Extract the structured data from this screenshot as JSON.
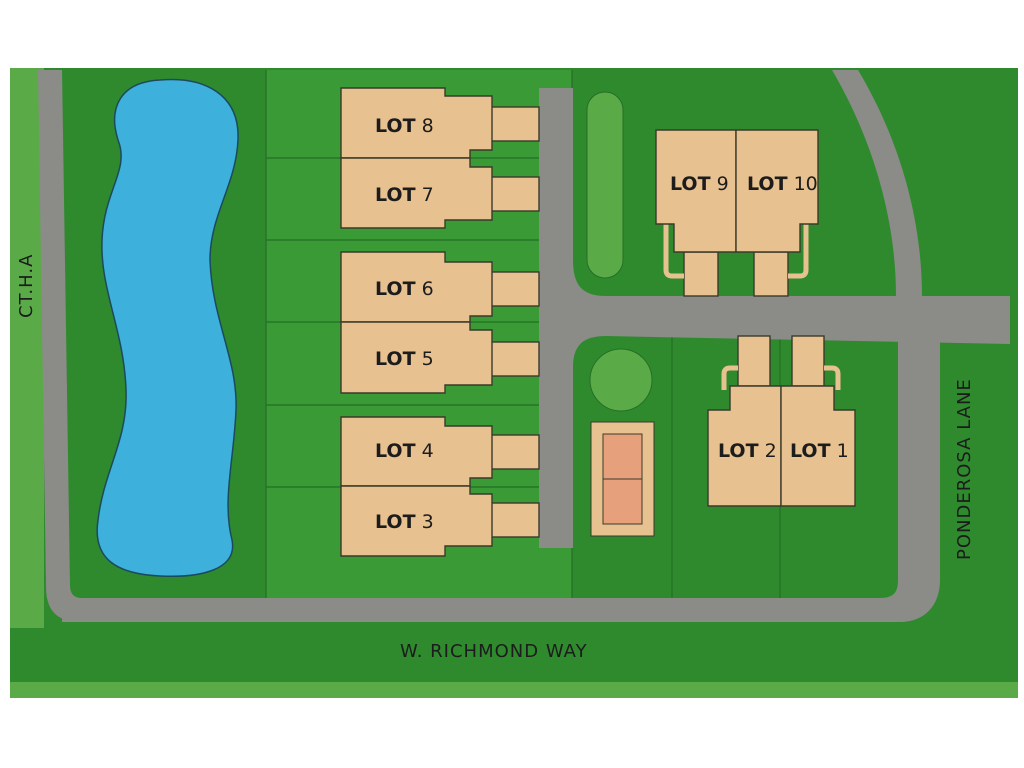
{
  "colors": {
    "grass_dark": "#2f8a2e",
    "grass_mid": "#3a9a35",
    "grass_light": "#5aab48",
    "road": "#8b8b88",
    "lot_fill": "#e8c190",
    "lot_stroke": "#3a3a2a",
    "pond": "#3eb0dc",
    "court": "#e7a07c"
  },
  "roads": {
    "west": "CT.H.A",
    "south": "W. RICHMOND WAY",
    "east": "PONDEROSA LANE"
  },
  "lots": [
    {
      "word": "LOT",
      "num": "8"
    },
    {
      "word": "LOT",
      "num": "7"
    },
    {
      "word": "LOT",
      "num": "6"
    },
    {
      "word": "LOT",
      "num": "5"
    },
    {
      "word": "LOT",
      "num": "4"
    },
    {
      "word": "LOT",
      "num": "3"
    },
    {
      "word": "LOT",
      "num": "9"
    },
    {
      "word": "LOT",
      "num": "10"
    },
    {
      "word": "LOT",
      "num": "2"
    },
    {
      "word": "LOT",
      "num": "1"
    }
  ]
}
